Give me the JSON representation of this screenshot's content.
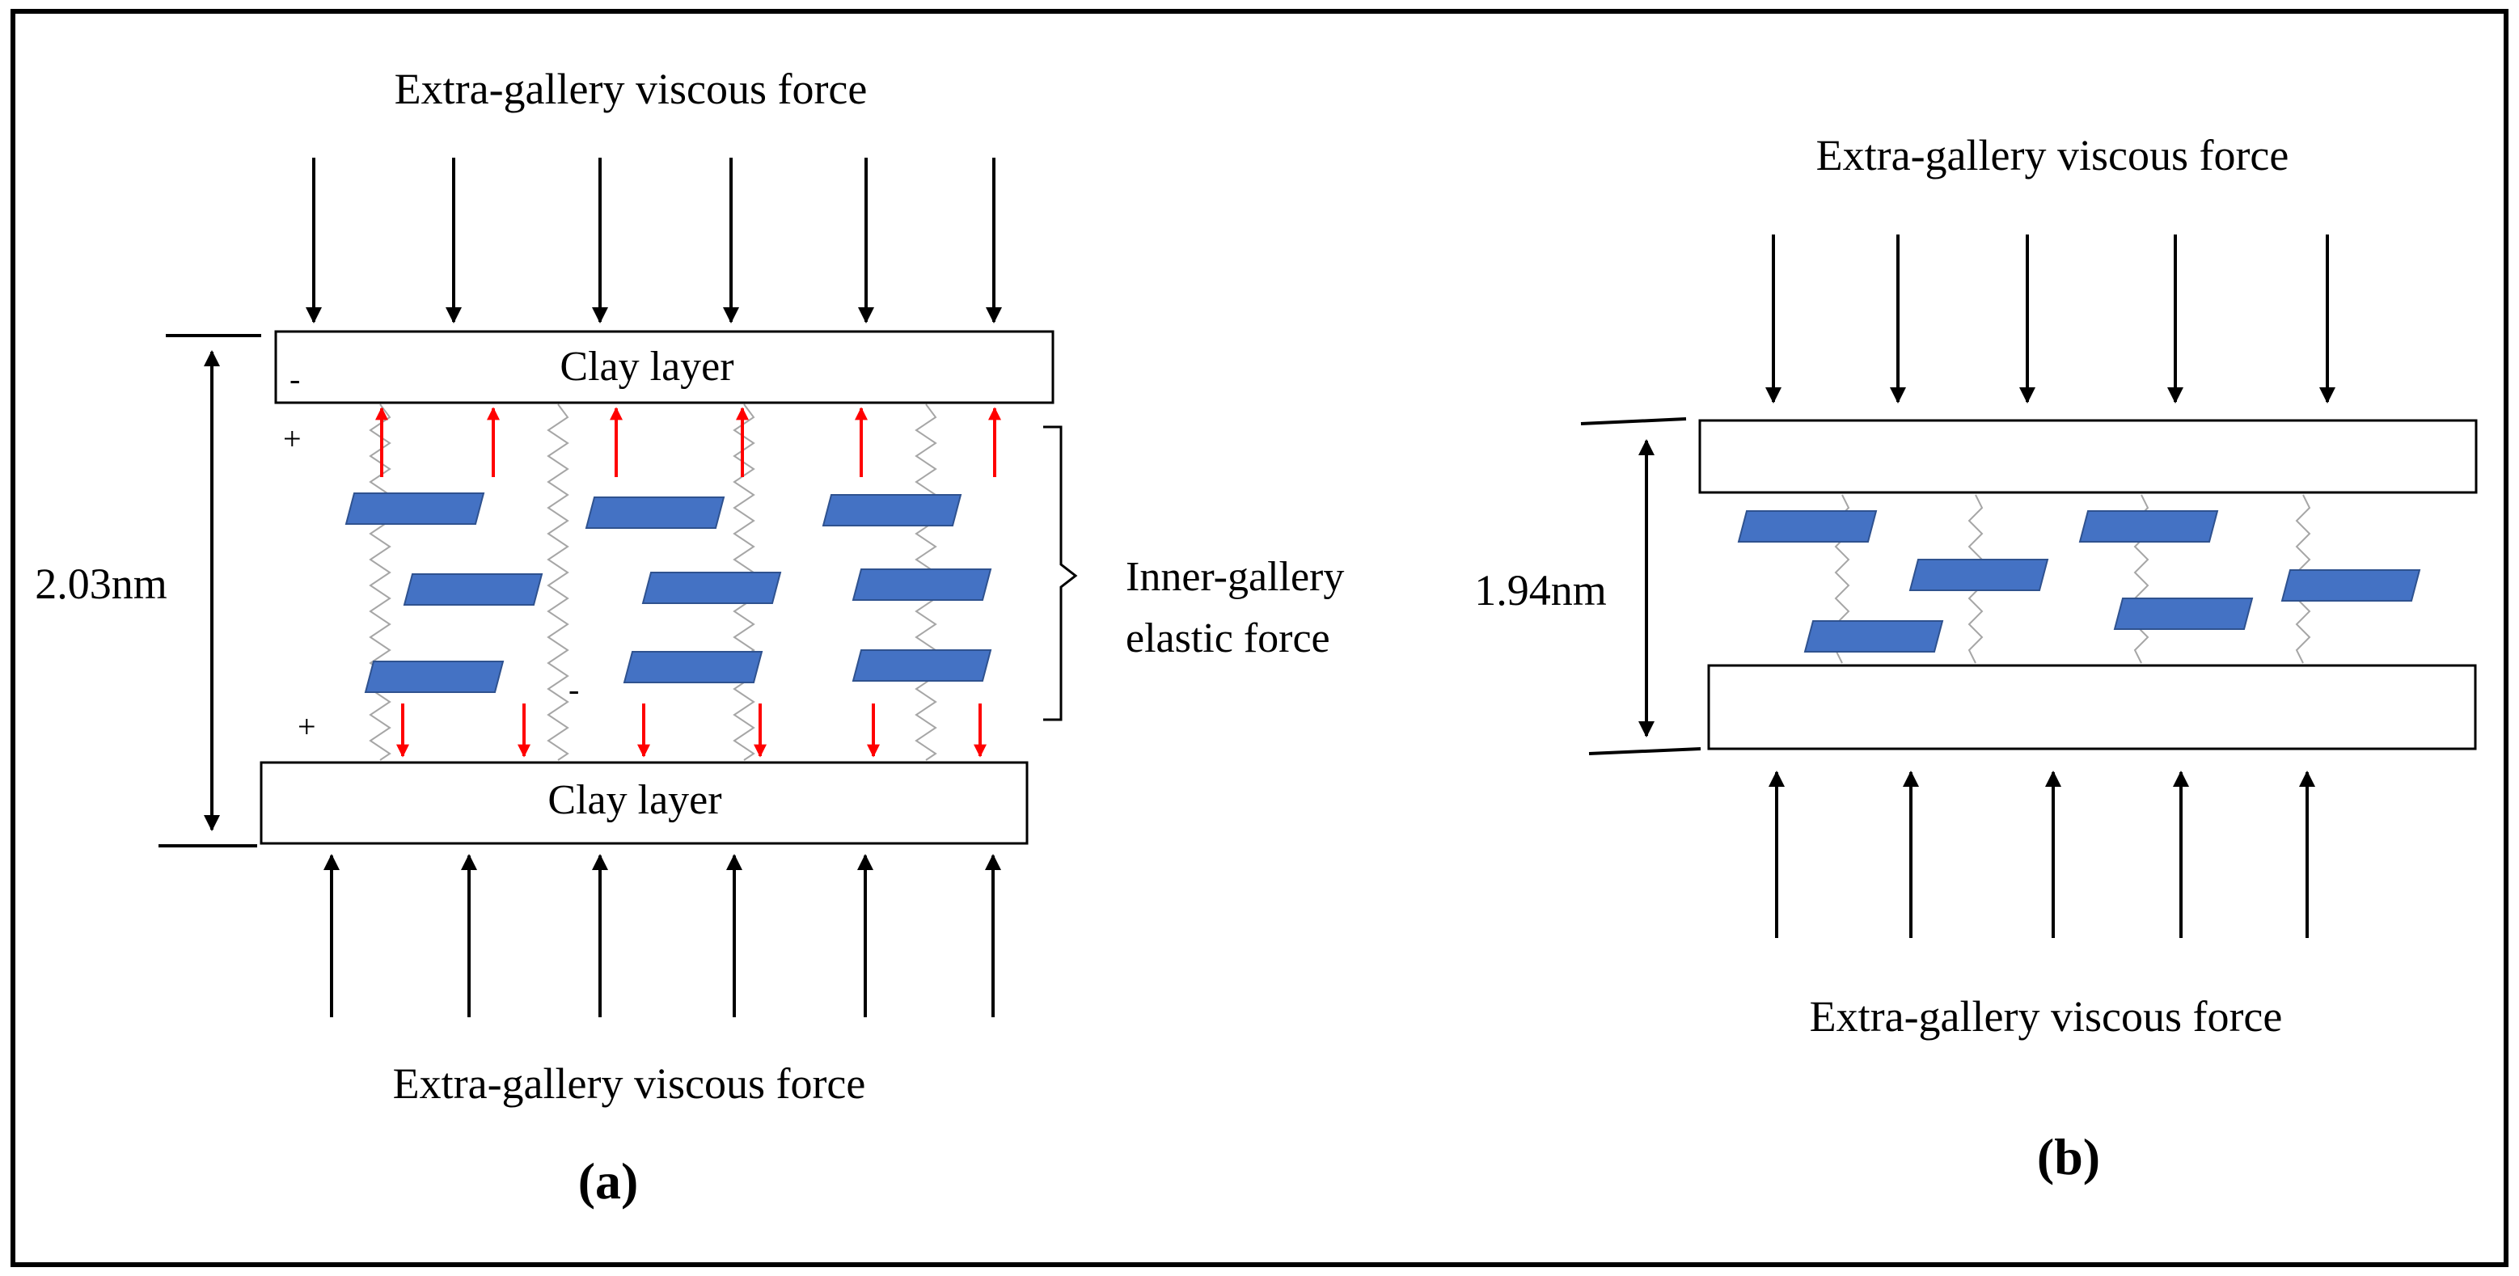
{
  "panel_a": {
    "top_force_label": "Extra-gallery viscous force",
    "bottom_force_label": "Extra-gallery viscous force",
    "top_layer_label": "Clay layer",
    "bottom_layer_label": "Clay layer",
    "spacing_label": "2.03nm",
    "inner_force_label_line1": "Inner-gallery",
    "inner_force_label_line2": "elastic force",
    "charge_minus": "-",
    "charge_plus": "+",
    "caption": "(a)"
  },
  "panel_b": {
    "top_force_label": "Extra-gallery viscous force",
    "bottom_force_label": "Extra-gallery viscous force",
    "spacing_label": "1.94nm",
    "caption": "(b)"
  },
  "colors": {
    "frame": "#000000",
    "platelet_fill": "#4472c4",
    "platelet_stroke": "#2f528f",
    "elastic_arrow": "#ff0000",
    "spring": "#a6a6a6"
  }
}
